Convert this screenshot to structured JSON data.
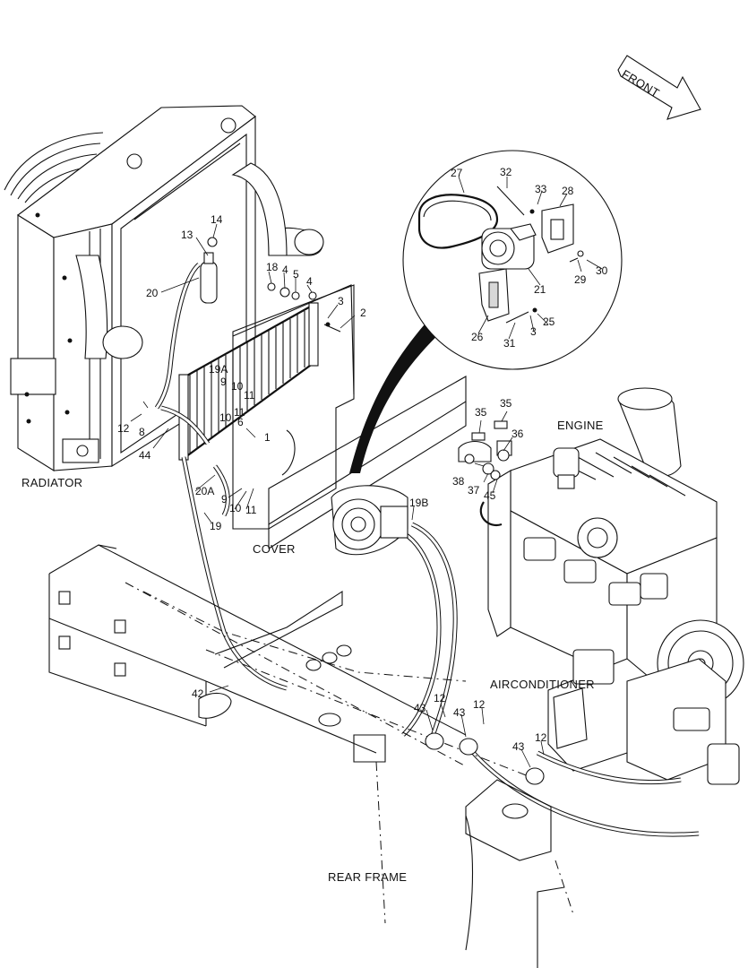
{
  "direction_arrow": {
    "text": "FRONT"
  },
  "assembly_labels": {
    "radiator": "RADIATOR",
    "cover": "COVER",
    "engine": "ENGINE",
    "airconditioner": "AIRCONDITIONER",
    "rear_frame": "REAR FRAME"
  },
  "part_callouts": [
    "1",
    "2",
    "3",
    "3",
    "4",
    "4",
    "5",
    "6",
    "8",
    "9",
    "9",
    "10",
    "10",
    "10",
    "11",
    "11",
    "11",
    "12",
    "12",
    "12",
    "12",
    "13",
    "14",
    "18",
    "19",
    "19A",
    "19B",
    "20",
    "20A",
    "21",
    "25",
    "26",
    "27",
    "28",
    "29",
    "30",
    "31",
    "32",
    "33",
    "35",
    "35",
    "36",
    "37",
    "38",
    "42",
    "43",
    "43",
    "43",
    "44",
    "45"
  ]
}
